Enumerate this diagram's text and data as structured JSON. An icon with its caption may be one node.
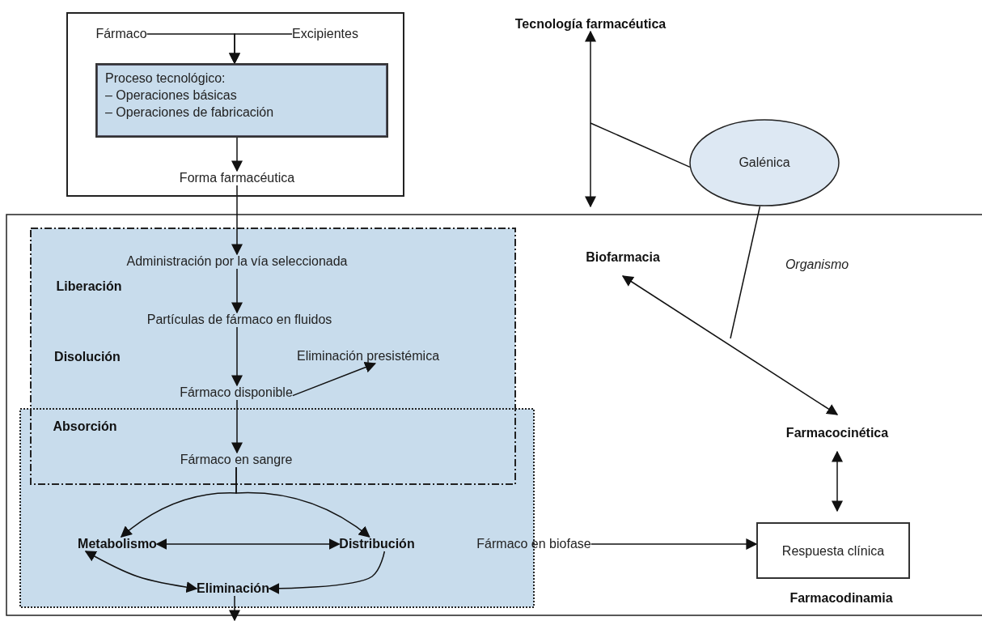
{
  "diagram": {
    "nodes": [
      {
        "text": [],
        "shape": "box"
      },
      {
        "text": [
          "Fármaco"
        ],
        "in": 0
      },
      {
        "text": [
          "Excipientes"
        ],
        "in": 0
      },
      {
        "text": [
          "Proceso tecnológico:",
          "– Operaciones básicas",
          "– Operaciones de fabricación"
        ],
        "in": 0
      },
      {
        "text": [
          "Forma farmacéutica"
        ],
        "in": 0
      },
      {
        "text": [
          "Administración por la vía seleccionada"
        ]
      },
      {
        "text": [
          "Partículas de fármaco en fluidos"
        ]
      },
      {
        "text": [
          "Eliminación presistémica"
        ]
      },
      {
        "text": [
          "Fármaco disponible"
        ]
      },
      {
        "text": [
          "Fármaco en sangre"
        ]
      },
      {
        "text": [
          "Metabolismo"
        ]
      },
      {
        "text": [
          "Distribución"
        ]
      },
      {
        "text": [
          "Eliminación"
        ]
      },
      {
        "text": [
          "Fármaco en biofase"
        ]
      },
      {
        "text": [
          "Respuesta clínica"
        ],
        "beside": [
          "Farmacodinamia"
        ]
      },
      {
        "text": [
          "Tecnología farmacéutica"
        ]
      },
      {
        "text": [
          "Galénica"
        ]
      },
      {
        "text": [
          "Biofarmacia"
        ]
      },
      {
        "text": [
          "Farmacocinética"
        ]
      }
    ],
    "edges": [
      {
        "from": 1,
        "to": 3,
        "arrow": "to"
      },
      {
        "from": 2,
        "to": 3,
        "arrow": "to"
      },
      {
        "from": 3,
        "to": 4,
        "arrow": "to"
      },
      {
        "from": 4,
        "to": 5,
        "arrow": "to"
      },
      {
        "from": 5,
        "to": 6,
        "arrow": "to"
      },
      {
        "from": 6,
        "to": 8,
        "arrow": "to"
      },
      {
        "from": 8,
        "to": 7,
        "arrow": "to"
      },
      {
        "from": 8,
        "to": 9,
        "arrow": "to"
      },
      {
        "from": 9,
        "to": 10,
        "arrow": "to"
      },
      {
        "from": 9,
        "to": 11,
        "arrow": "to"
      },
      {
        "from": 10,
        "to": 11,
        "arrow": "both"
      },
      {
        "from": 10,
        "to": 12,
        "arrow": "both"
      },
      {
        "from": 11,
        "to": 12,
        "arrow": "to"
      },
      {
        "from": 12,
        "to": null,
        "arrow": "to"
      },
      {
        "from": 13,
        "to": 14,
        "arrow": "to"
      },
      {
        "from": 15,
        "to": null,
        "arrow": "both"
      },
      {
        "from": 16,
        "to": null,
        "arrow": "none"
      },
      {
        "from": 16,
        "to": null,
        "arrow": "none"
      },
      {
        "from": 17,
        "to": 18,
        "arrow": "both"
      },
      {
        "from": 18,
        "to": 14,
        "arrow": "both"
      }
    ],
    "labels": [
      "Liberación",
      "Disolución",
      "Absorción",
      "Organismo"
    ]
  }
}
